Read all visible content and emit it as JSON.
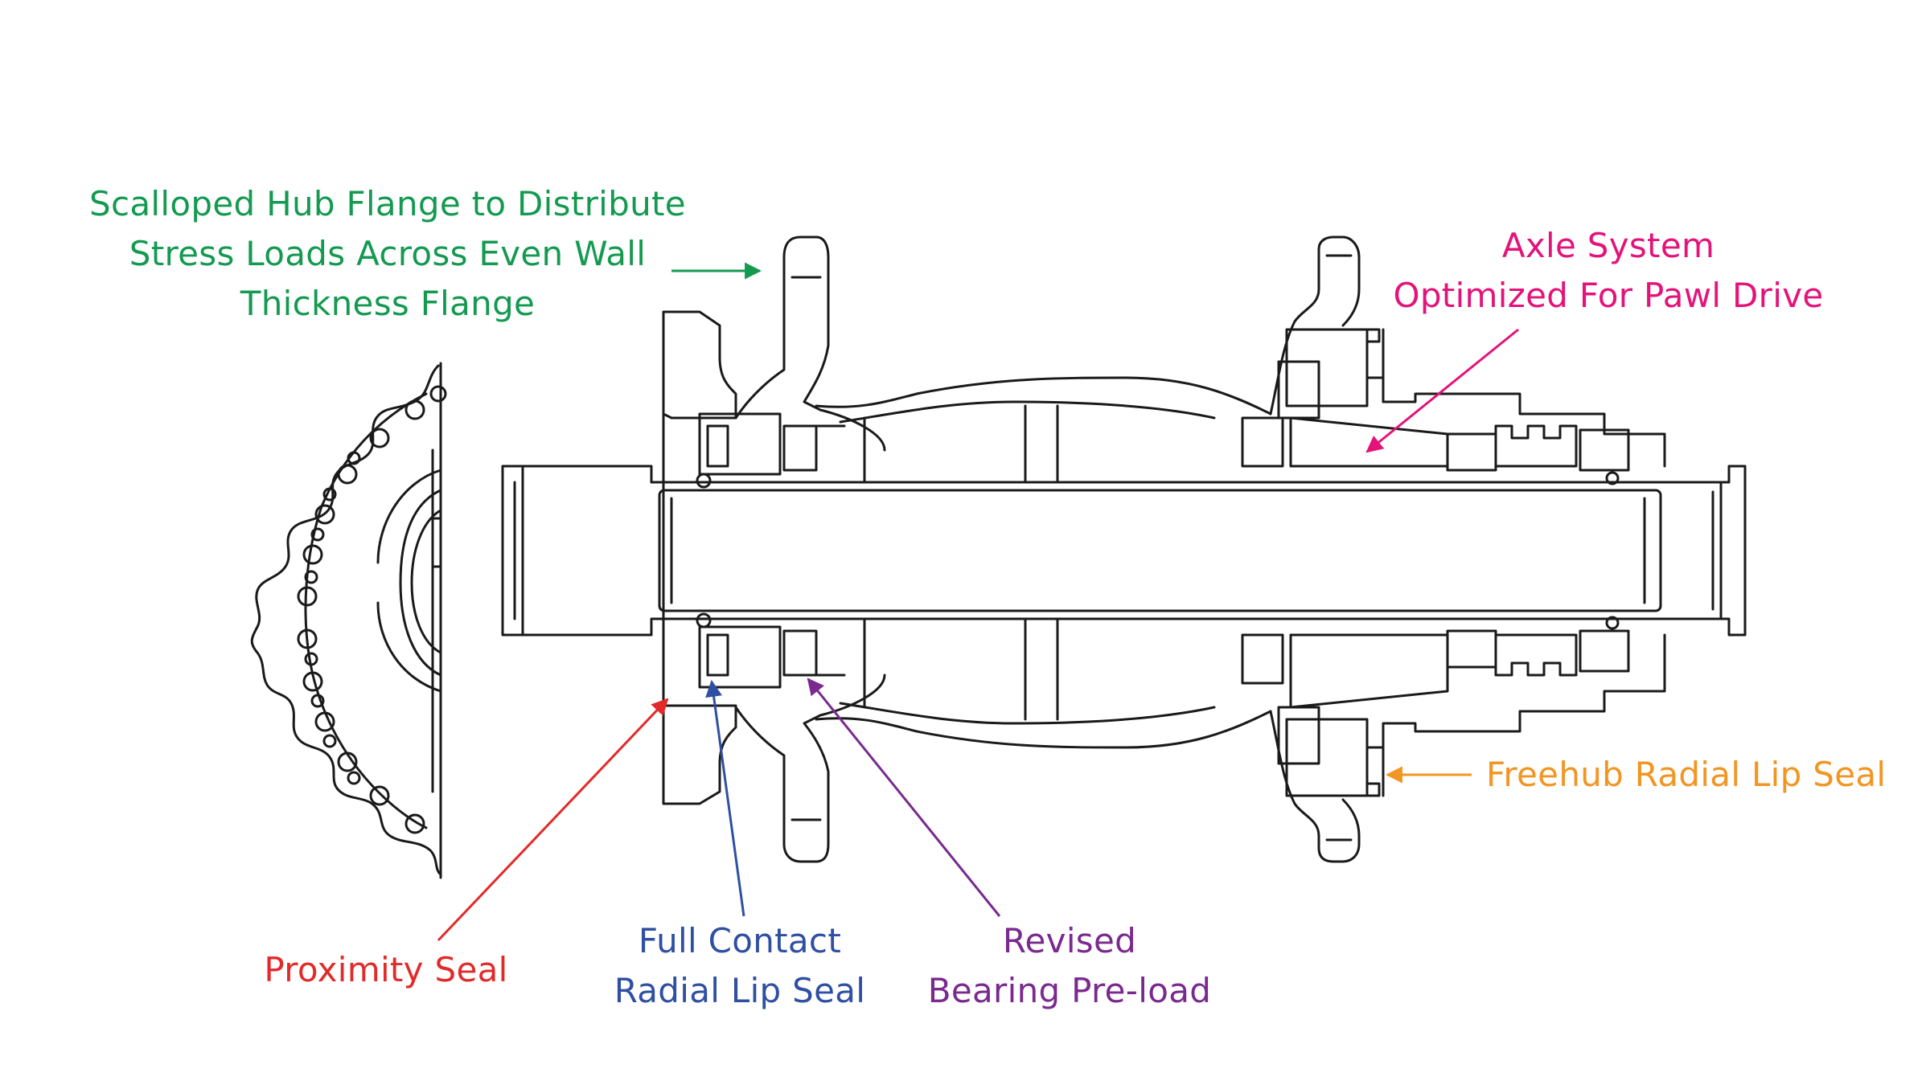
{
  "annotations": {
    "flange": {
      "lines": [
        "Scalloped Hub Flange to Distribute",
        "Stress Loads Across Even Wall",
        "Thickness Flange"
      ],
      "color": "#149a50"
    },
    "axle": {
      "lines": [
        "Axle System",
        "Optimized For Pawl Drive"
      ],
      "color": "#e3137a"
    },
    "freehub": {
      "lines": [
        "Freehub Radial Lip Seal"
      ],
      "color": "#f29522"
    },
    "proximity": {
      "lines": [
        "Proximity Seal"
      ],
      "color": "#e22a2a"
    },
    "full_contact": {
      "lines": [
        "Full Contact",
        "Radial Lip Seal"
      ],
      "color": "#2f4fa2"
    },
    "bearing": {
      "lines": [
        "Revised",
        "Bearing Pre-load"
      ],
      "color": "#7a2a8e"
    }
  },
  "drawing": {
    "line_color": "#1a1a1a"
  }
}
